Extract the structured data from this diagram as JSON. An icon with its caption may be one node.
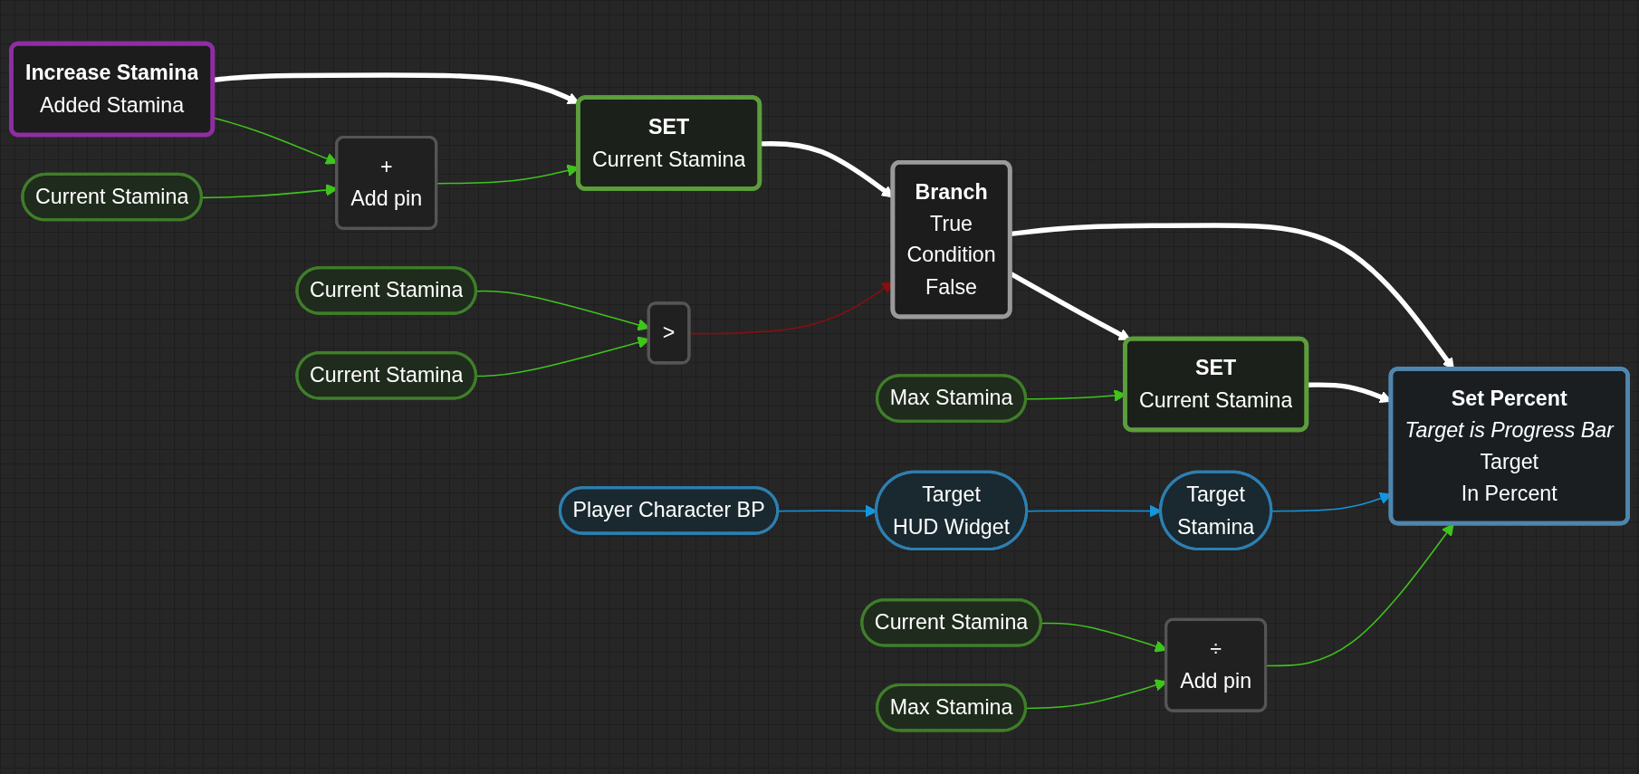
{
  "diagram": {
    "nodes": [
      {
        "text": [
          "Player Character BP"
        ]
      },
      {
        "text": [
          "Target",
          "HUD Widget"
        ]
      },
      {
        "text": [
          "Target",
          "Stamina"
        ]
      },
      {
        "text": [
          "Increase Stamina",
          "Added Stamina"
        ]
      },
      {
        "text": [
          "SET",
          "Current Stamina"
        ]
      },
      {
        "text": [
          "Branch",
          "True",
          "Condition",
          "False"
        ]
      },
      {
        "text": [
          "SET",
          "Current Stamina"
        ]
      },
      {
        "text": [
          "Set Percent",
          "Target is Progress Bar",
          "Target",
          "In Percent"
        ]
      },
      {
        "text": [
          "Current Stamina"
        ]
      },
      {
        "text": [
          "+",
          "Add pin"
        ]
      },
      {
        "text": [
          "Max Stamina"
        ]
      },
      {
        "text": [
          "Current Stamina"
        ]
      },
      {
        "text": [
          ">"
        ]
      },
      {
        "text": [
          "Current Stamina"
        ]
      },
      {
        "text": [
          "Current Stamina"
        ]
      },
      {
        "text": [
          "÷",
          "Add pin"
        ]
      },
      {
        "text": [
          "Max Stamina"
        ]
      }
    ],
    "edges": [
      {
        "from": 3,
        "to": 4,
        "arrow": "to",
        "style": "thick",
        "color": "#ffffff"
      },
      {
        "from": 3,
        "to": 9,
        "arrow": "to"
      },
      {
        "from": 8,
        "to": 9,
        "arrow": "to"
      },
      {
        "from": 9,
        "to": 4,
        "arrow": "to"
      },
      {
        "from": 4,
        "to": 5,
        "arrow": "to",
        "style": "thick",
        "color": "#ffffff"
      },
      {
        "from": 11,
        "to": 12,
        "arrow": "to"
      },
      {
        "from": 13,
        "to": 12,
        "arrow": "to"
      },
      {
        "from": 12,
        "to": 5,
        "arrow": "to",
        "color": "#8a0e0e"
      },
      {
        "from": 5,
        "to": 6,
        "arrow": "to",
        "style": "thick",
        "color": "#ffffff"
      },
      {
        "from": 5,
        "to": 7,
        "arrow": "to",
        "style": "thick",
        "color": "#ffffff"
      },
      {
        "from": 10,
        "to": 6,
        "arrow": "to"
      },
      {
        "from": 6,
        "to": 7,
        "arrow": "to",
        "style": "thick",
        "color": "#ffffff"
      },
      {
        "from": 0,
        "to": 1,
        "arrow": "to",
        "color": "#1496de"
      },
      {
        "from": 1,
        "to": 2,
        "arrow": "to",
        "color": "#1496de"
      },
      {
        "from": 2,
        "to": 7,
        "arrow": "to",
        "color": "#1496de"
      },
      {
        "from": 14,
        "to": 15,
        "arrow": "to"
      },
      {
        "from": 16,
        "to": 15,
        "arrow": "to"
      },
      {
        "from": 15,
        "to": 7,
        "arrow": "to"
      }
    ]
  }
}
